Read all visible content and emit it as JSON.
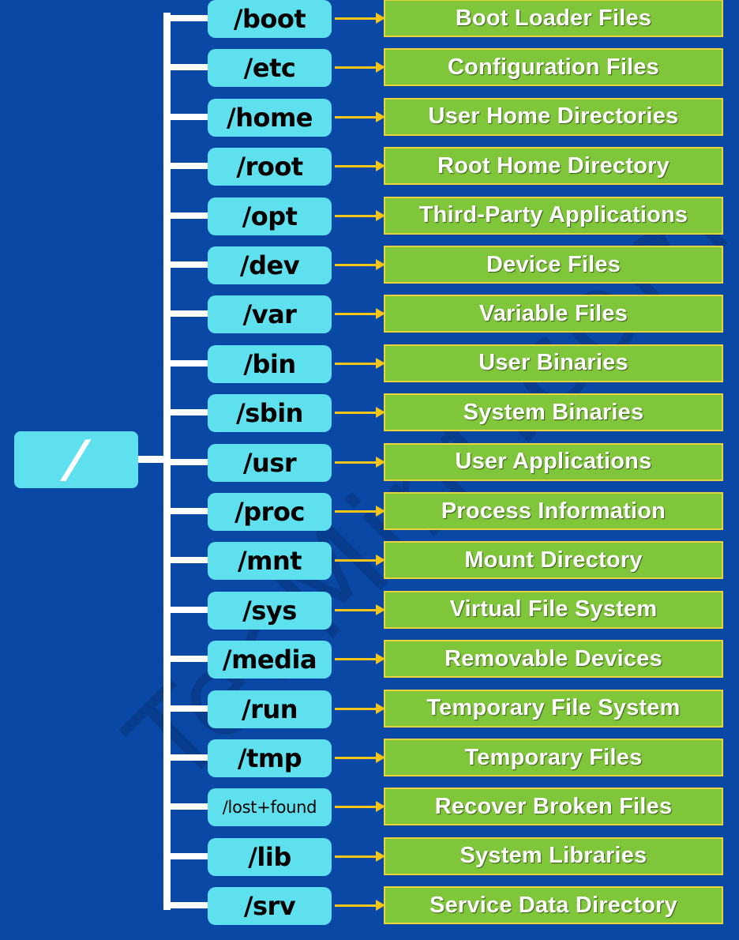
{
  "root_label": "/",
  "watermark_text": "TecMint.com",
  "colors": {
    "background": "#0a48a6",
    "dir_box": "#5ee0ee",
    "desc_box": "#7fc63a",
    "desc_border": "#ead43a",
    "arrow": "#f5c518",
    "connector": "#ffffff"
  },
  "entries": [
    {
      "dir": "/boot",
      "desc": "Boot Loader Files"
    },
    {
      "dir": "/etc",
      "desc": "Configuration Files"
    },
    {
      "dir": "/home",
      "desc": "User Home Directories"
    },
    {
      "dir": "/root",
      "desc": "Root Home Directory"
    },
    {
      "dir": "/opt",
      "desc": "Third-Party Applications"
    },
    {
      "dir": "/dev",
      "desc": "Device Files"
    },
    {
      "dir": "/var",
      "desc": "Variable Files"
    },
    {
      "dir": "/bin",
      "desc": "User Binaries"
    },
    {
      "dir": "/sbin",
      "desc": "System Binaries"
    },
    {
      "dir": "/usr",
      "desc": "User Applications"
    },
    {
      "dir": "/proc",
      "desc": "Process Information"
    },
    {
      "dir": "/mnt",
      "desc": "Mount Directory"
    },
    {
      "dir": "/sys",
      "desc": "Virtual File System"
    },
    {
      "dir": "/media",
      "desc": "Removable Devices"
    },
    {
      "dir": "/run",
      "desc": "Temporary File System"
    },
    {
      "dir": "/tmp",
      "desc": "Temporary Files"
    },
    {
      "dir": "/lost+found",
      "desc": "Recover Broken Files"
    },
    {
      "dir": "/lib",
      "desc": "System Libraries"
    },
    {
      "dir": "/srv",
      "desc": "Service Data Directory"
    }
  ]
}
